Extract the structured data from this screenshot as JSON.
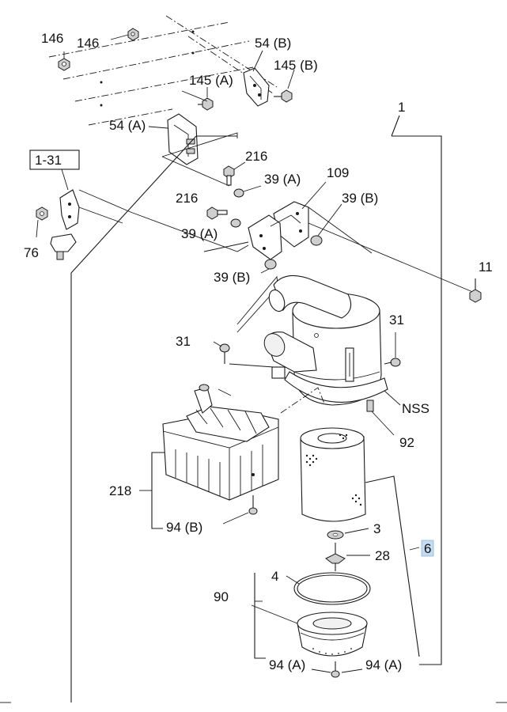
{
  "callouts": {
    "c146a": "146",
    "c146b": "146",
    "c54b": "54 (B)",
    "c145b": "145 (B)",
    "c145a": "145 (A)",
    "c54a": "54 (A)",
    "c1": "1",
    "c131": "1-31",
    "c216a": "216",
    "c39a1": "39 (A)",
    "c109": "109",
    "c216b": "216",
    "c39b1": "39 (B)",
    "c39a2": "39 (A)",
    "c76": "76",
    "c11": "11",
    "c39b2": "39 (B)",
    "c31a": "31",
    "c31b": "31",
    "cnss": "NSS",
    "c92": "92",
    "c218": "218",
    "c94b": "94 (B)",
    "c3": "3",
    "c6": "6",
    "c28": "28",
    "c4": "4",
    "c90": "90",
    "c94a1": "94 (A)",
    "c94a2": "94 (A)"
  },
  "colors": {
    "highlight": "#c3dcf2",
    "line": "#1a1a1a"
  }
}
